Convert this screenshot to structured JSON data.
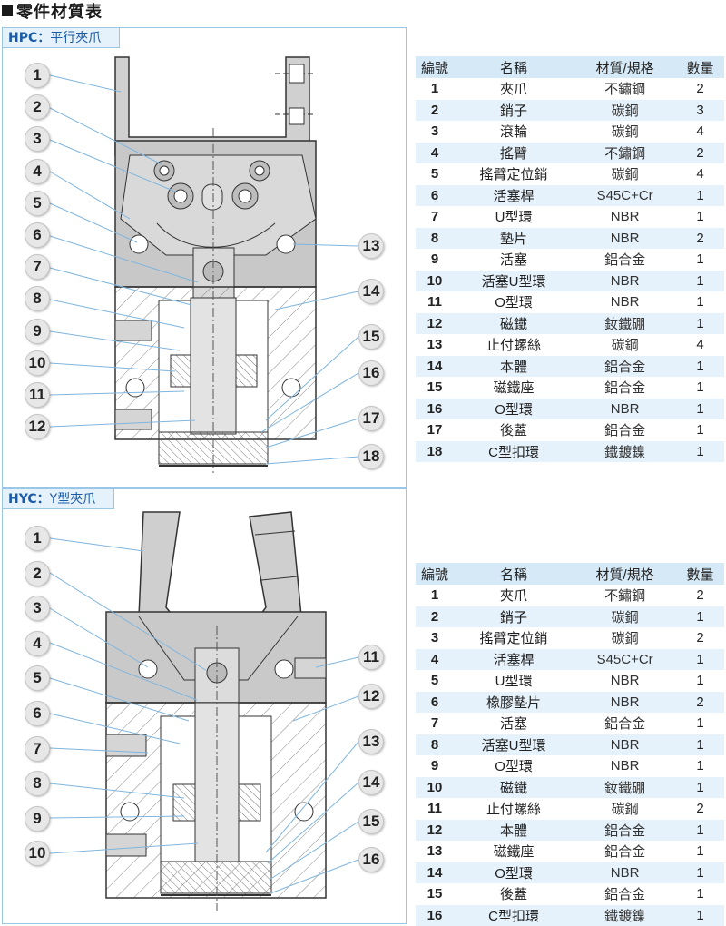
{
  "page": {
    "title": "零件材質表"
  },
  "hpc": {
    "tab_title": "HPC：",
    "tab_sub": "平行夾爪",
    "callouts_left": [
      "1",
      "2",
      "3",
      "4",
      "5",
      "6",
      "7",
      "8",
      "9",
      "10",
      "11",
      "12"
    ],
    "callouts_right": [
      "13",
      "14",
      "15",
      "16",
      "17",
      "18"
    ],
    "table": {
      "headers": [
        "編號",
        "名稱",
        "材質/規格",
        "數量"
      ],
      "rows": [
        [
          "1",
          "夾爪",
          "不鏽鋼",
          "2"
        ],
        [
          "2",
          "銷子",
          "碳鋼",
          "3"
        ],
        [
          "3",
          "滾輪",
          "碳鋼",
          "4"
        ],
        [
          "4",
          "搖臂",
          "不鏽鋼",
          "2"
        ],
        [
          "5",
          "搖臂定位銷",
          "碳鋼",
          "4"
        ],
        [
          "6",
          "活塞桿",
          "S45C+Cr",
          "1"
        ],
        [
          "7",
          "U型環",
          "NBR",
          "1"
        ],
        [
          "8",
          "墊片",
          "NBR",
          "2"
        ],
        [
          "9",
          "活塞",
          "鋁合金",
          "1"
        ],
        [
          "10",
          "活塞U型環",
          "NBR",
          "1"
        ],
        [
          "11",
          "O型環",
          "NBR",
          "1"
        ],
        [
          "12",
          "磁鐵",
          "釹鐵硼",
          "1"
        ],
        [
          "13",
          "止付螺絲",
          "碳鋼",
          "4"
        ],
        [
          "14",
          "本體",
          "鋁合金",
          "1"
        ],
        [
          "15",
          "磁鐵座",
          "鋁合金",
          "1"
        ],
        [
          "16",
          "O型環",
          "NBR",
          "1"
        ],
        [
          "17",
          "後蓋",
          "鋁合金",
          "1"
        ],
        [
          "18",
          "C型扣環",
          "鐵鍍鎳",
          "1"
        ]
      ]
    }
  },
  "hyc": {
    "tab_title": "HYC：",
    "tab_sub": "Y型夾爪",
    "callouts_left": [
      "1",
      "2",
      "3",
      "4",
      "5",
      "6",
      "7",
      "8",
      "9",
      "10"
    ],
    "callouts_right": [
      "11",
      "12",
      "13",
      "14",
      "15",
      "16"
    ],
    "table": {
      "headers": [
        "編號",
        "名稱",
        "材質/規格",
        "數量"
      ],
      "rows": [
        [
          "1",
          "夾爪",
          "不鏽鋼",
          "2"
        ],
        [
          "2",
          "銷子",
          "碳鋼",
          "1"
        ],
        [
          "3",
          "搖臂定位銷",
          "碳鋼",
          "2"
        ],
        [
          "4",
          "活塞桿",
          "S45C+Cr",
          "1"
        ],
        [
          "5",
          "U型環",
          "NBR",
          "1"
        ],
        [
          "6",
          "橡膠墊片",
          "NBR",
          "2"
        ],
        [
          "7",
          "活塞",
          "鋁合金",
          "1"
        ],
        [
          "8",
          "活塞U型環",
          "NBR",
          "1"
        ],
        [
          "9",
          "O型環",
          "NBR",
          "1"
        ],
        [
          "10",
          "磁鐵",
          "釹鐵硼",
          "1"
        ],
        [
          "11",
          "止付螺絲",
          "碳鋼",
          "2"
        ],
        [
          "12",
          "本體",
          "鋁合金",
          "1"
        ],
        [
          "13",
          "磁鐵座",
          "鋁合金",
          "1"
        ],
        [
          "14",
          "O型環",
          "NBR",
          "1"
        ],
        [
          "15",
          "後蓋",
          "鋁合金",
          "1"
        ],
        [
          "16",
          "C型扣環",
          "鐵鍍鎳",
          "1"
        ]
      ]
    }
  },
  "colors": {
    "accent": "#1b5aa6",
    "table_header": "#d6e9f7",
    "row_alt": "#e6f2fb",
    "body_gray": "#c9c9c9",
    "leader": "#7fb5dd"
  }
}
